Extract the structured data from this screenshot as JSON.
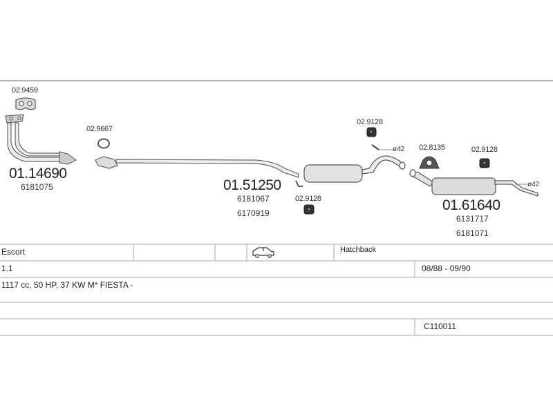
{
  "parts": {
    "gasket_top": "02.9459",
    "ring_gasket": "02.9667",
    "front_pipe_code": "01.14690",
    "front_pipe_oem": "6181075",
    "mounting_mid": "02.9128",
    "mid_silencer_code": "01.51250",
    "mid_silencer_oem_1": "6181067",
    "mid_silencer_oem_2": "6170919",
    "mounting_low": "02.9128",
    "clamp": "02.8135",
    "mounting_rear": "02.9128",
    "rear_silencer_code": "01.61640",
    "rear_silencer_oem_1": "6131717",
    "rear_silencer_oem_2": "6181071",
    "diameter_mid": "ø42",
    "diameter_rear": "ø42"
  },
  "vehicle": {
    "model": "Escort",
    "body_type": "Hatchback",
    "engine": "1.1",
    "years": "08/88 - 09/90",
    "description": "1117 cc, 50 HP, 37 KW M* FIESTA -",
    "catalog_number": "C110011"
  },
  "icons": {
    "car": "hatchback-car-icon"
  },
  "colors": {
    "line": "#888888",
    "pipe_fill": "#ececec",
    "part_outline": "#555555",
    "dark_part": "#333333"
  }
}
